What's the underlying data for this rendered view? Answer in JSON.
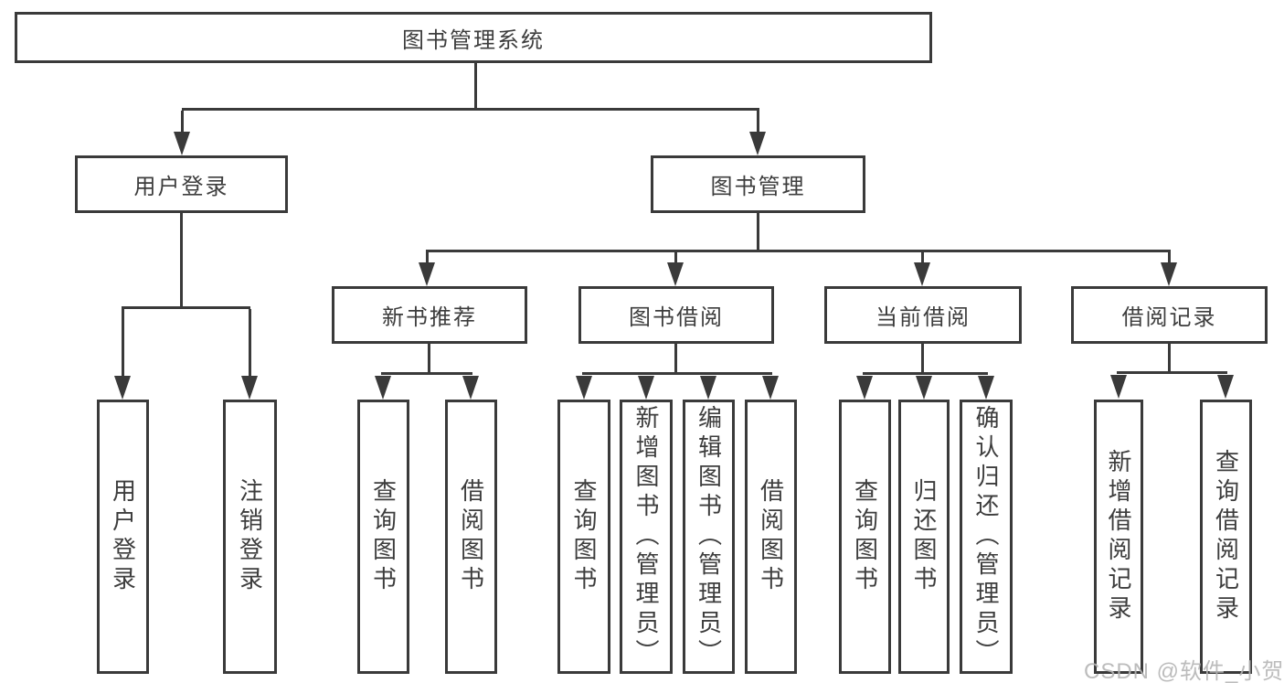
{
  "colors": {
    "line": "#3a3a3a",
    "text": "#3d3d3d",
    "background": "#ffffff",
    "watermark": "#b5b5b5"
  },
  "watermark": {
    "text": "CSDN @软件_小贺同学"
  },
  "tree": {
    "root": {
      "label": "图书管理系统",
      "children": [
        {
          "label": "用户登录",
          "children": [
            {
              "label": "用户登录"
            },
            {
              "label": "注销登录"
            }
          ]
        },
        {
          "label": "图书管理",
          "children": [
            {
              "label": "新书推荐",
              "children": [
                {
                  "label": "查询图书"
                },
                {
                  "label": "借阅图书"
                }
              ]
            },
            {
              "label": "图书借阅",
              "children": [
                {
                  "label": "查询图书"
                },
                {
                  "label": "新增图书（管理员）"
                },
                {
                  "label": "编辑图书（管理员）"
                },
                {
                  "label": "借阅图书"
                }
              ]
            },
            {
              "label": "当前借阅",
              "children": [
                {
                  "label": "查询图书"
                },
                {
                  "label": "归还图书"
                },
                {
                  "label": "确认归还（管理员）"
                }
              ]
            },
            {
              "label": "借阅记录",
              "children": [
                {
                  "label": "新增借阅记录"
                },
                {
                  "label": "查询借阅记录"
                }
              ]
            }
          ]
        }
      ]
    }
  }
}
